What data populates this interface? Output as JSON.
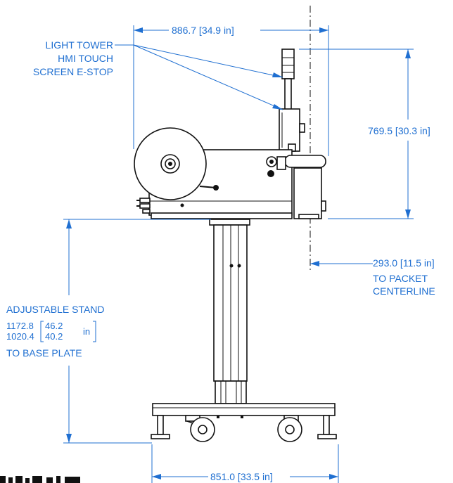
{
  "dimensions": {
    "overall_width_top": "886.7 [34.9 in]",
    "head_height": "769.5 [30.3 in]",
    "packet_offset": "293.0 [11.5 in]",
    "packet_offset_note_1": "TO PACKET",
    "packet_offset_note_2": "CENTERLINE",
    "stand_label": "ADJUSTABLE STAND",
    "stand_max_mm": "1172.8",
    "stand_min_mm": "1020.4",
    "stand_max_in": "46.2",
    "stand_min_in": "40.2",
    "stand_unit": "in",
    "stand_note": "TO BASE PLATE",
    "base_width": "851.0 [33.5 in]"
  },
  "callouts": {
    "line1": "LIGHT TOWER",
    "line2": "HMI TOUCH",
    "line3": "SCREEN E-STOP"
  },
  "colors": {
    "dimension": "#1f6fd1",
    "drawing": "#111111"
  }
}
